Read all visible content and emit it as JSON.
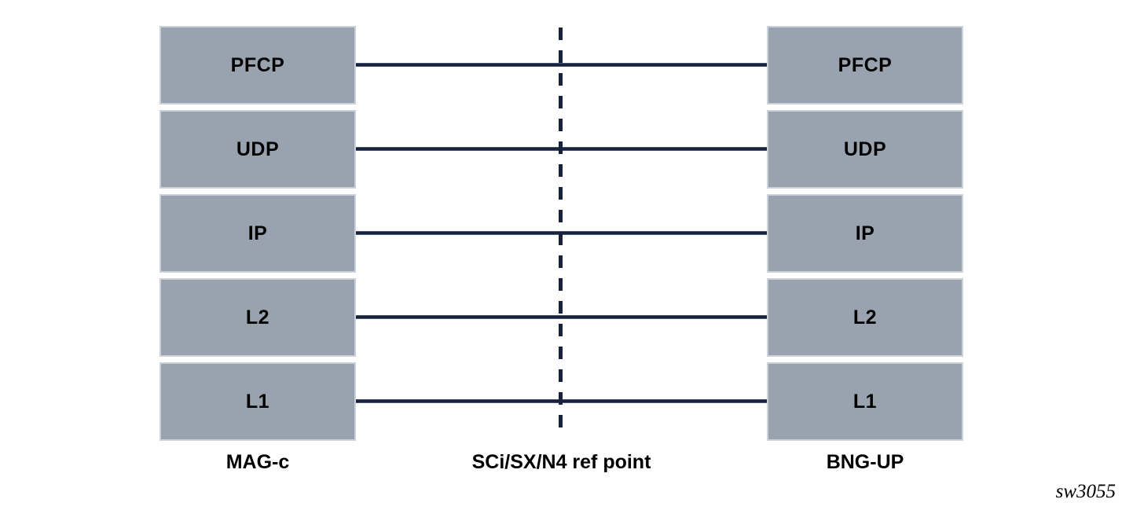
{
  "diagram": {
    "title_hint": "protocol-stack-reference-point",
    "layers": [
      {
        "label": "PFCP"
      },
      {
        "label": "UDP"
      },
      {
        "label": "IP"
      },
      {
        "label": "L2"
      },
      {
        "label": "L1"
      }
    ],
    "left_node": {
      "label": "MAG-c"
    },
    "right_node": {
      "label": "BNG-UP"
    },
    "ref_point": {
      "label": "SCi/SX/N4 ref point"
    },
    "figure_id": "sw3055",
    "colors": {
      "box_fill": "#99a3af",
      "box_border": "#ccd2d9",
      "line": "#18223c",
      "text": "#000000",
      "background": "#ffffff"
    }
  }
}
